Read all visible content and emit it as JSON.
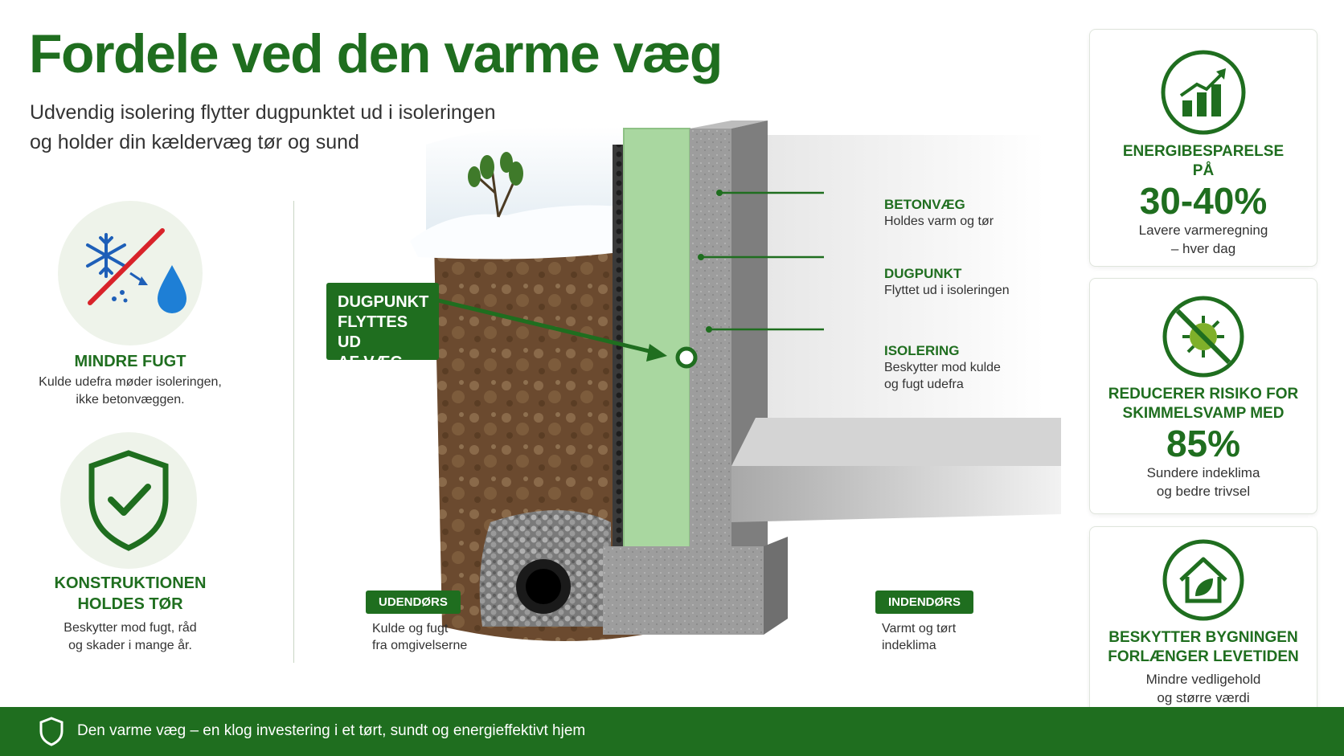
{
  "header": {
    "title": "Fordele ved den varme væg",
    "subtitle_line1": "Udvendig isolering flytter dugpunktet ud i isoleringen",
    "subtitle_line2": "og holder din kældervæg tør og sund"
  },
  "left_features": [
    {
      "title": "MINDRE FUGT",
      "text1": "Kulde udefra møder isoleringen,",
      "text2": "ikke betonvæggen.",
      "icon": "no-frost-moisture-icon"
    },
    {
      "title1": "KONSTRUKTIONEN",
      "title2": "HOLDES TØR",
      "text1": "Beskytter mod fugt, råd",
      "text2": "og skader i mange år.",
      "icon": "shield-check-icon"
    }
  ],
  "diagram": {
    "callout": [
      "DUGPUNKT",
      "FLYTTES UD",
      "AF VÆG"
    ],
    "labels": [
      {
        "title": "BETONVÆG",
        "text1": "Holdes varm og tør",
        "text2": ""
      },
      {
        "title": "DUGPUNKT",
        "text1": "Flyttet ud i isoleringen",
        "text2": ""
      },
      {
        "title": "ISOLERING",
        "text1": "Beskytter mod kulde",
        "text2": "og fugt udefra"
      }
    ],
    "outdoor": {
      "tag": "UDENDØRS",
      "text1": "Kulde og fugt",
      "text2": "fra omgivelserne"
    },
    "indoor": {
      "tag": "INDENDØRS",
      "text1": "Varmt og tørt",
      "text2": "indeklima"
    }
  },
  "cards": [
    {
      "title1": "ENERGIBESPARELSE",
      "title2": "PÅ",
      "big": "30-40%",
      "sub1": "Lavere varmeregning",
      "sub2": "– hver dag",
      "icon": "chart-growth-icon"
    },
    {
      "title1": "REDUCERER RISIKO FOR",
      "title2": "SKIMMELSVAMP MED",
      "big": "85%",
      "sub1": "Sundere indeklima",
      "sub2": "og bedre trivsel",
      "icon": "no-mold-icon"
    },
    {
      "title1": "BESKYTTER BYGNINGEN",
      "title2": "FORLÆNGER LEVETIDEN",
      "sub1": "Mindre vedligehold",
      "sub2": "og større værdi",
      "icon": "house-leaf-icon"
    }
  ],
  "footer": {
    "text": "Den varme væg – en klog investering i et tørt, sundt og energieffektivt hjem",
    "icon": "shield-outline-icon"
  },
  "colors": {
    "brand_green": "#1f6e1f",
    "insulation": "#a9d7a0",
    "concrete": "#9a9a9a",
    "soil": "#6b4a2f"
  }
}
